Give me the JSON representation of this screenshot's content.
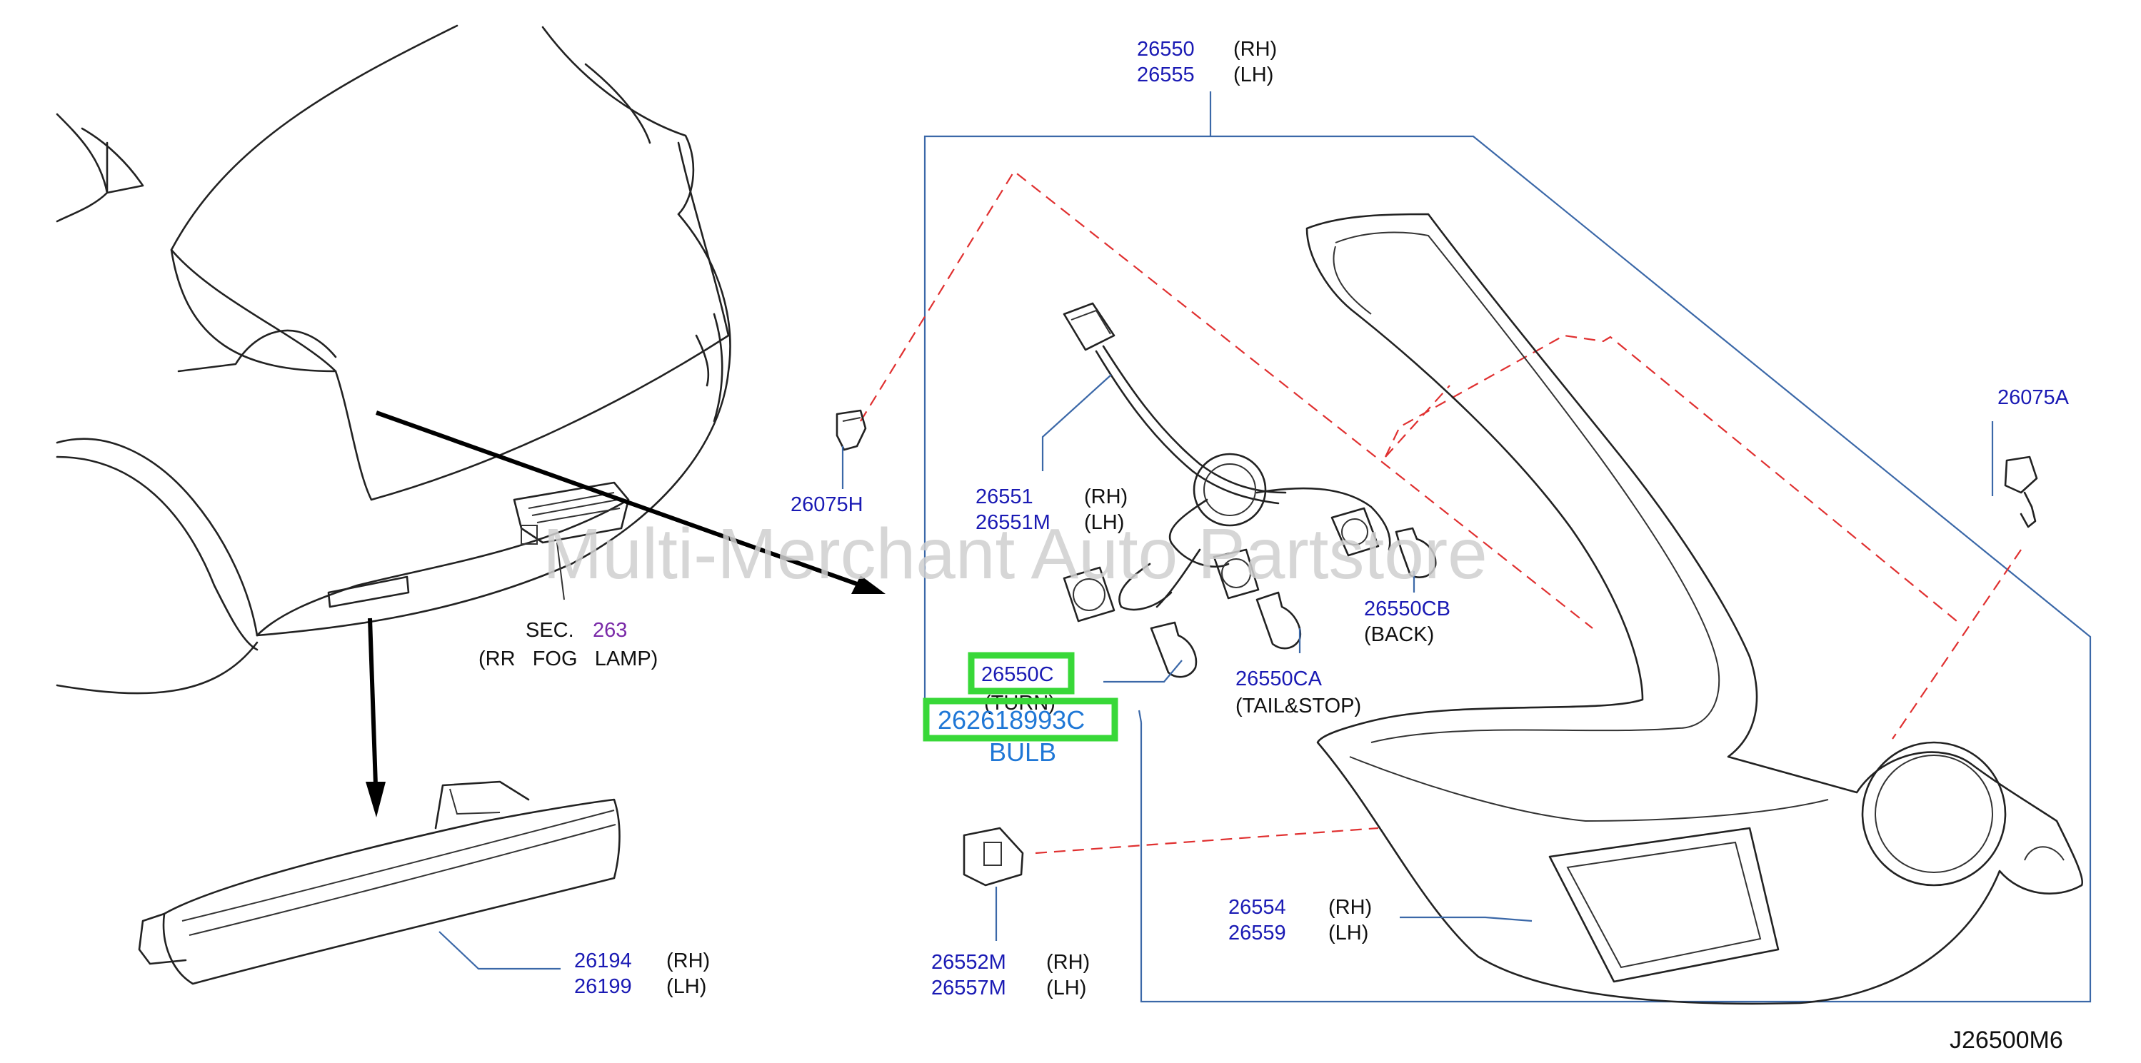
{
  "callouts": {
    "housing_rh": "26550",
    "housing_lh": "26555",
    "harness_rh": "26551",
    "harness_lh": "26551M",
    "grommet": "26075H",
    "screw": "26075A",
    "bulb_back": "26550CB",
    "bulb_tail_stop": "26550CA",
    "bulb_turn": "26550C",
    "highlight_part_number": "262618993C",
    "lens_rh": "26554",
    "lens_lh": "26559",
    "clip_rh": "26552M",
    "clip_lh": "26557M",
    "reflex_rh": "26194",
    "reflex_lh": "26199"
  },
  "labels": {
    "rh": "(RH)",
    "lh": "(LH)",
    "back": "(BACK)",
    "tail_stop": "(TAIL&STOP)",
    "turn": "(TURN)",
    "bulb": "BULB",
    "sec_prefix": "SEC.",
    "sec_number": "263",
    "sec_desc": "(RR   FOG   LAMP)"
  },
  "diagram_code": "J26500M6",
  "watermark": "Multi-Merchant Auto Partstore",
  "colors": {
    "part_number": "#1a1ab4",
    "leader_line": "#3b68a8",
    "dashed_line": "#e03030",
    "highlight_box": "#38d838",
    "highlight_text": "#1f77d6",
    "section_number": "#7a2aa8"
  }
}
